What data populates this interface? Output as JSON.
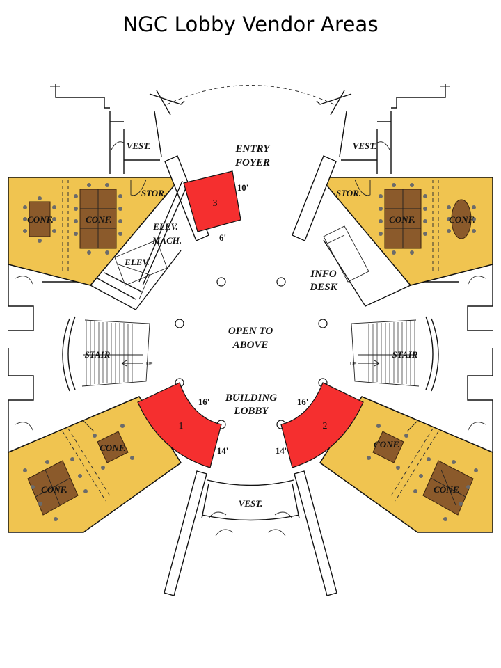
{
  "title": "NGC Lobby Vendor Areas",
  "colors": {
    "vendor_area": "#f52f2f",
    "conference_room": "#f0c450",
    "table": "#8b5a2b"
  },
  "rooms": {
    "entry_foyer": [
      "ENTRY",
      "FOYER"
    ],
    "open_to_above": [
      "OPEN TO",
      "ABOVE"
    ],
    "building_lobby": [
      "BUILDING",
      "LOBBY"
    ],
    "info_desk": [
      "INFO",
      "DESK"
    ],
    "elev_mach": [
      "ELEV.",
      "MACH."
    ],
    "elev": "ELEV.",
    "stor": "STOR.",
    "vest": "VEST.",
    "conf": "CONF.",
    "stair": "STAIR",
    "up": "UP"
  },
  "vendor_areas": [
    {
      "number": "1",
      "dims": [
        "16'",
        "14'"
      ]
    },
    {
      "number": "2",
      "dims": [
        "16'",
        "14'"
      ]
    },
    {
      "number": "3",
      "dims": [
        "10'",
        "6'"
      ]
    }
  ]
}
